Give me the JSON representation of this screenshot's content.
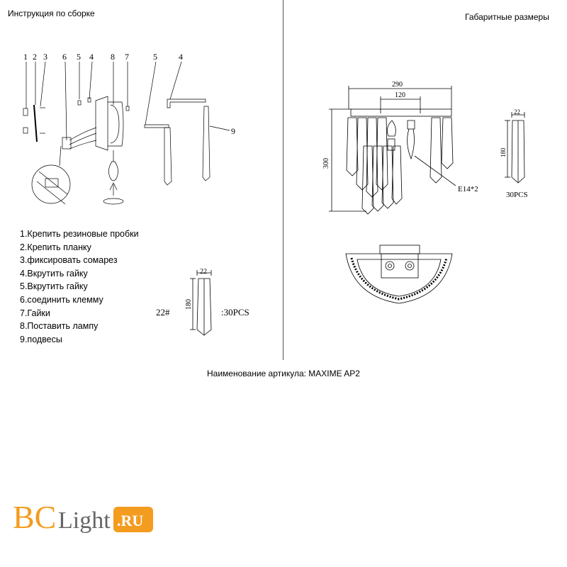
{
  "headers": {
    "assembly": "Инструкция по сборке",
    "dimensions": "Габаритные размеры"
  },
  "part_numbers": [
    "1",
    "2",
    "3",
    "6",
    "5",
    "4",
    "8",
    "7",
    "5",
    "4",
    "9"
  ],
  "steps": [
    "1.Крепить резиновые пробки",
    "2.Крепить планку",
    "3.фиксировать сомарез",
    "4.Вкрутить гайку",
    "5.Вкрутить гайку",
    "6.соединить клемму",
    "7.Гайки",
    "8.Поставить лампу",
    "9.подвесы"
  ],
  "pendant_left": {
    "width": "22",
    "height": "180",
    "code": "22#",
    "count": ":30PCS"
  },
  "dims": {
    "overall_width": "290",
    "inner_width": "120",
    "height": "300",
    "socket": "E14*2",
    "pendant_width": "22",
    "pendant_height": "180",
    "pendant_count": "30PCS"
  },
  "article_label": "Наименование артикула: MAXIME AP2",
  "logo": {
    "bc": "BC",
    "light": "Light",
    "ru": ".RU",
    "color_orange": "#f39c1f",
    "color_gray": "#666666"
  }
}
